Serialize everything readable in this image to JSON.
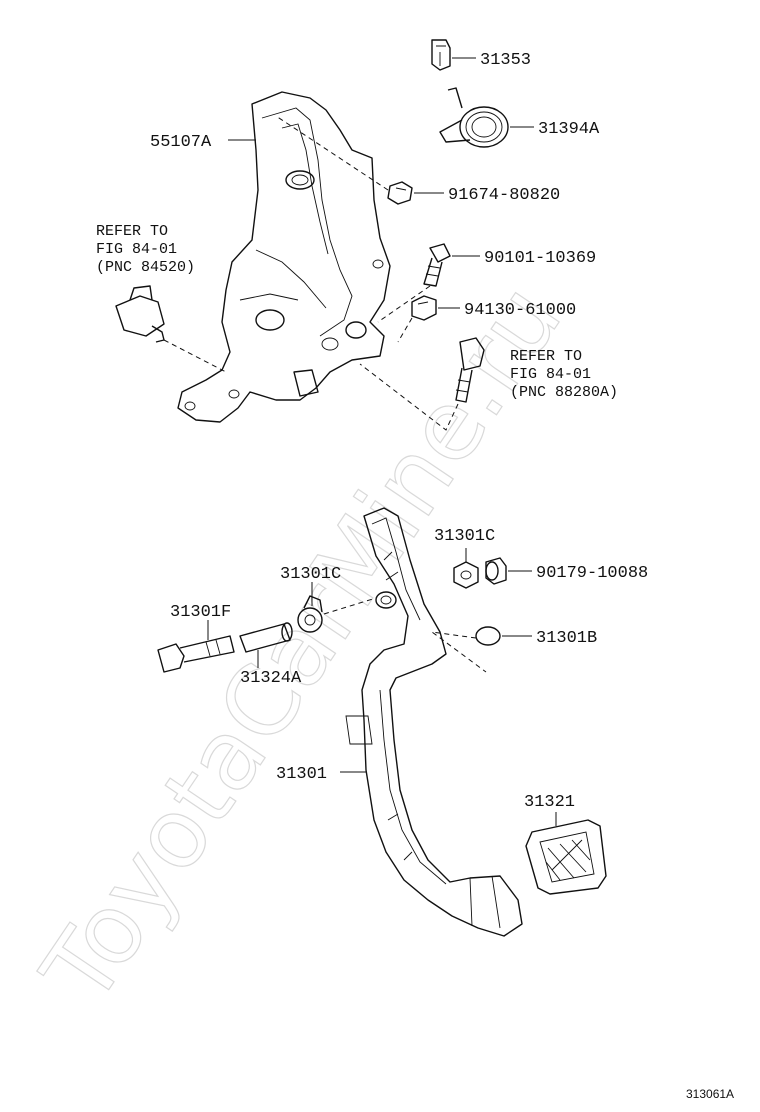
{
  "watermark": "ToyotaCarMine.ru",
  "figure_code": "313061A",
  "labels": {
    "p31353": "31353",
    "p31394A": "31394A",
    "p55107A": "55107A",
    "p9167480820": "91674-80820",
    "p9010110369": "90101-10369",
    "p9413061000": "94130-61000",
    "p31301C_a": "31301C",
    "p31301C_b": "31301C",
    "p9017910088": "90179-10088",
    "p31301F": "31301F",
    "p31301B": "31301B",
    "p31324A": "31324A",
    "p31301": "31301",
    "p31321": "31321"
  },
  "notes": {
    "left": [
      "REFER TO",
      "FIG 84-01",
      "(PNC 84520)"
    ],
    "right": [
      "REFER TO",
      "FIG 84-01",
      "(PNC 88280A)"
    ]
  }
}
